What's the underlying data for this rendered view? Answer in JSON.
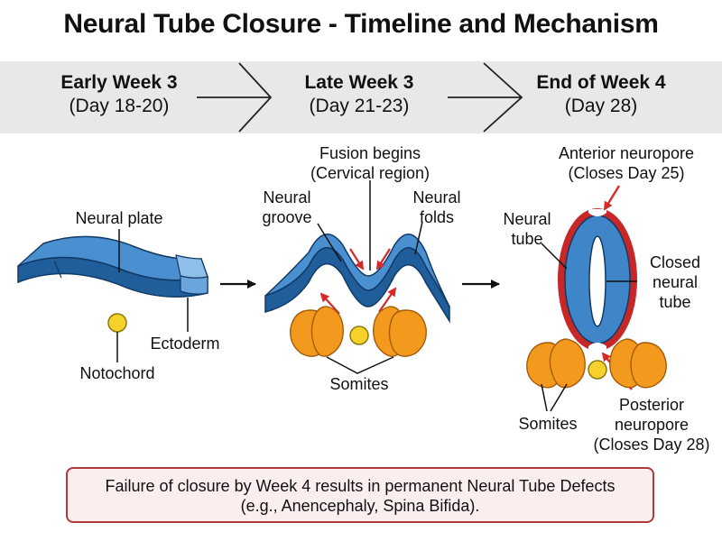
{
  "title": "Neural Tube Closure - Timeline and Mechanism",
  "timeline": [
    {
      "name": "Early Week 3",
      "days": "(Day 18-20)"
    },
    {
      "name": "Late Week 3",
      "days": "(Day 21-23)"
    },
    {
      "name": "End of Week 4",
      "days": "(Day 28)"
    }
  ],
  "stage1": {
    "neural_plate": "Neural plate",
    "ectoderm": "Ectoderm",
    "notochord": "Notochord"
  },
  "stage2": {
    "fusion_line1": "Fusion begins",
    "fusion_line2": "(Cervical region)",
    "groove_line1": "Neural",
    "groove_line2": "groove",
    "folds_line1": "Neural",
    "folds_line2": "folds",
    "somites": "Somites"
  },
  "stage3": {
    "anterior_line1": "Anterior neuropore",
    "anterior_line2": "(Closes Day 25)",
    "tube_line1": "Neural",
    "tube_line2": "tube",
    "closed_line1": "Closed",
    "closed_line2": "neural",
    "closed_line3": "tube",
    "somites": "Somites",
    "posterior_line1": "Posterior",
    "posterior_line2": "neuropore",
    "posterior_line3": "(Closes Day 28)"
  },
  "note": {
    "line1": "Failure of closure by Week 4 results in permanent Neural Tube Defects",
    "line2": "(e.g., Anencephaly, Spina Bifida)."
  },
  "colors": {
    "tissue_blue": "#3f86c8",
    "tissue_blue_dark": "#1f5e9a",
    "somite_orange": "#f39a1e",
    "notochord_yellow": "#f6d12c",
    "arrow_red": "#d42a2a",
    "edge_red": "#c62828",
    "note_border": "#b03a3a",
    "note_fill": "#fbeeee"
  }
}
